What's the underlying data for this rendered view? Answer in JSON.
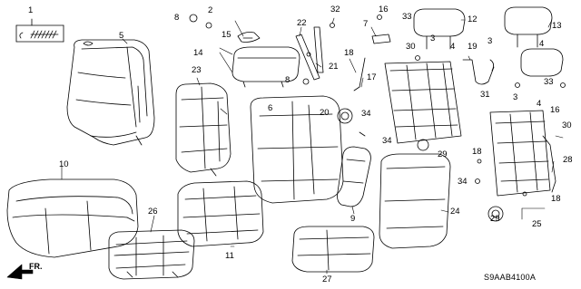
{
  "diagram": {
    "part_numbers": [
      "1",
      "2",
      "3",
      "4",
      "5",
      "6",
      "7",
      "8",
      "9",
      "10",
      "11",
      "12",
      "13",
      "14",
      "15",
      "16",
      "17",
      "18",
      "19",
      "20",
      "21",
      "22",
      "23",
      "24",
      "25",
      "26",
      "27",
      "28",
      "29",
      "30",
      "31",
      "32",
      "33",
      "34"
    ],
    "labels": [
      {
        "id": "l1",
        "text": "1"
      },
      {
        "id": "l5",
        "text": "5"
      },
      {
        "id": "l8a",
        "text": "8"
      },
      {
        "id": "l2",
        "text": "2"
      },
      {
        "id": "l15",
        "text": "15"
      },
      {
        "id": "l14",
        "text": "14"
      },
      {
        "id": "l22",
        "text": "22"
      },
      {
        "id": "l32",
        "text": "32"
      },
      {
        "id": "l7",
        "text": "7"
      },
      {
        "id": "l16a",
        "text": "16"
      },
      {
        "id": "l33a",
        "text": "33"
      },
      {
        "id": "l12",
        "text": "12"
      },
      {
        "id": "l13",
        "text": "13"
      },
      {
        "id": "l21",
        "text": "21"
      },
      {
        "id": "l8b",
        "text": "8"
      },
      {
        "id": "l23",
        "text": "23"
      },
      {
        "id": "l18a",
        "text": "18"
      },
      {
        "id": "l17",
        "text": "17"
      },
      {
        "id": "l30a",
        "text": "30"
      },
      {
        "id": "l3a",
        "text": "3"
      },
      {
        "id": "l4a",
        "text": "4"
      },
      {
        "id": "l19",
        "text": "19"
      },
      {
        "id": "l3b",
        "text": "3"
      },
      {
        "id": "l4b",
        "text": "4"
      },
      {
        "id": "l6",
        "text": "6"
      },
      {
        "id": "l20",
        "text": "20"
      },
      {
        "id": "l34a",
        "text": "34"
      },
      {
        "id": "l31",
        "text": "31"
      },
      {
        "id": "l33b",
        "text": "33"
      },
      {
        "id": "l3c",
        "text": "3"
      },
      {
        "id": "l4c",
        "text": "4"
      },
      {
        "id": "l16b",
        "text": "16"
      },
      {
        "id": "l30b",
        "text": "30"
      },
      {
        "id": "l34b",
        "text": "34"
      },
      {
        "id": "l18b",
        "text": "18"
      },
      {
        "id": "l29a",
        "text": "29"
      },
      {
        "id": "l10",
        "text": "10"
      },
      {
        "id": "l9",
        "text": "9"
      },
      {
        "id": "l28",
        "text": "28"
      },
      {
        "id": "l34c",
        "text": "34"
      },
      {
        "id": "l26",
        "text": "26"
      },
      {
        "id": "l24",
        "text": "24"
      },
      {
        "id": "l18c",
        "text": "18"
      },
      {
        "id": "l11",
        "text": "11"
      },
      {
        "id": "l29b",
        "text": "29"
      },
      {
        "id": "l25",
        "text": "25"
      },
      {
        "id": "l27",
        "text": "27"
      }
    ],
    "diagram_code": "S9AAB4100A",
    "direction_label": "FR."
  }
}
